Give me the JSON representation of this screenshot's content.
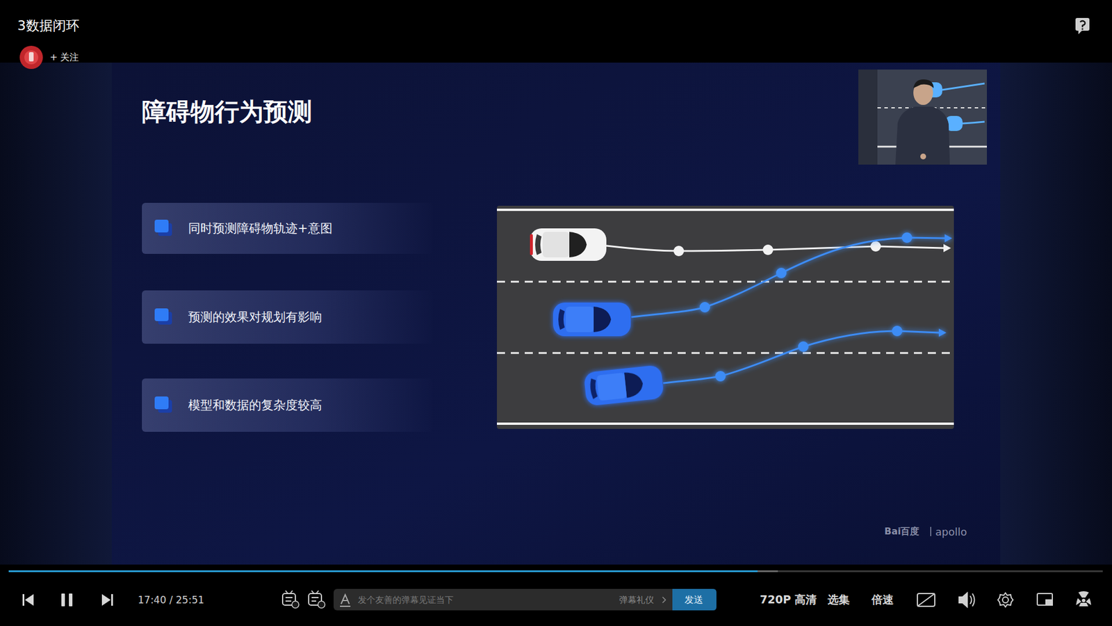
{
  "diagram": {
    "title": "障碍物行为预测",
    "nodes": [
      {
        "text": [
          "同时预测障碍物轨迹+意图"
        ]
      },
      {
        "text": [
          "预测的效果对规划有影响"
        ]
      },
      {
        "text": [
          "模型和数据的复杂度较高"
        ]
      }
    ],
    "edges": [],
    "labels": [
      "3数据闭环",
      "+ 关注",
      "Bai百度",
      "apollo",
      "17:40 / 25:51",
      "发个友善的弹幕见证当下",
      "弹幕礼仪",
      "发送",
      "720P 高清",
      "选集",
      "倍速"
    ]
  }
}
